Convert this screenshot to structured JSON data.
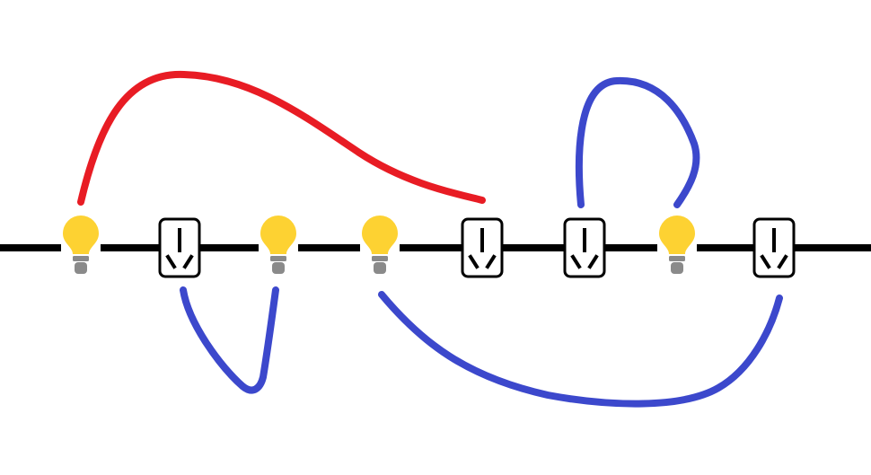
{
  "diagram": {
    "nodes": [
      {
        "id": "n1",
        "kind": "bulb"
      },
      {
        "id": "n2",
        "kind": "outlet"
      },
      {
        "id": "n3",
        "kind": "bulb"
      },
      {
        "id": "n4",
        "kind": "bulb"
      },
      {
        "id": "n5",
        "kind": "outlet"
      },
      {
        "id": "n6",
        "kind": "outlet"
      },
      {
        "id": "n7",
        "kind": "bulb"
      },
      {
        "id": "n8",
        "kind": "outlet"
      }
    ],
    "connections": [
      {
        "from": "n1",
        "to": "n5",
        "side": "above",
        "color": "#e81c24"
      },
      {
        "from": "n6",
        "to": "n7",
        "side": "above",
        "color": "#3c48cc"
      },
      {
        "from": "n2",
        "to": "n3",
        "side": "below",
        "color": "#3c48cc"
      },
      {
        "from": "n4",
        "to": "n8",
        "side": "below",
        "color": "#3c48cc"
      }
    ],
    "colors": {
      "line": "#000000",
      "bulb": "#fdd232",
      "bulb_base": "#8a8a8a",
      "outlet_stroke": "#000000",
      "outlet_fill": "#ffffff",
      "red": "#e81c24",
      "blue": "#3c48cc"
    }
  }
}
